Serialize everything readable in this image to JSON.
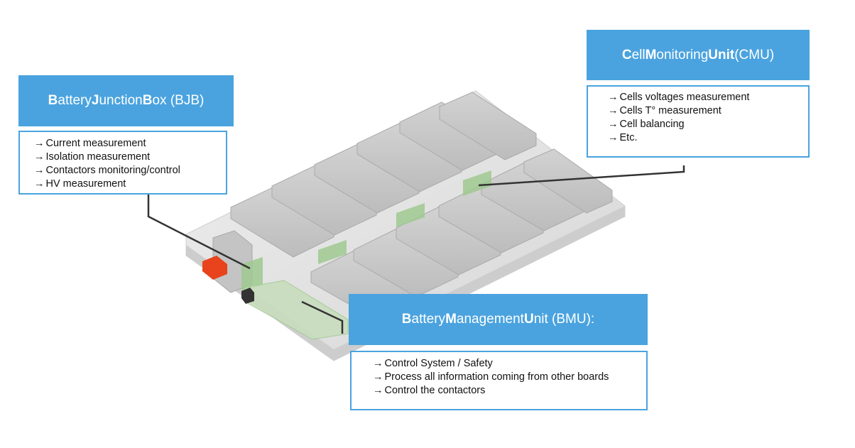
{
  "bjb": {
    "title_segments": [
      {
        "text": "B",
        "bold": true
      },
      {
        "text": "attery ",
        "bold": false
      },
      {
        "text": "J",
        "bold": true
      },
      {
        "text": "unction ",
        "bold": false
      },
      {
        "text": "B",
        "bold": true
      },
      {
        "text": "ox (BJB)",
        "bold": false
      }
    ],
    "items": [
      "Current measurement",
      "Isolation measurement",
      "Contactors monitoring/control",
      "HV measurement"
    ]
  },
  "cmu": {
    "title_segments": [
      {
        "text": "C",
        "bold": true
      },
      {
        "text": "ell ",
        "bold": false
      },
      {
        "text": "M",
        "bold": true
      },
      {
        "text": "onitoring ",
        "bold": false
      },
      {
        "text": "Unit",
        "bold": true
      },
      {
        "text": " (CMU)",
        "bold": false
      }
    ],
    "items": [
      "Cells voltages measurement",
      "Cells T° measurement",
      "Cell balancing",
      "Etc."
    ]
  },
  "bmu": {
    "title_segments": [
      {
        "text": "B",
        "bold": true
      },
      {
        "text": "attery ",
        "bold": false
      },
      {
        "text": "M",
        "bold": true
      },
      {
        "text": "anagement ",
        "bold": false
      },
      {
        "text": "U",
        "bold": true
      },
      {
        "text": "nit (BMU):",
        "bold": false
      }
    ],
    "items": [
      "Control System / Safety",
      "Process all information coming from other boards",
      "Control the contactors"
    ]
  },
  "arrow_glyph": "→",
  "colors": {
    "accent": "#4aa3df",
    "tray": "#e3e3e3",
    "module": "#c9c9c9",
    "board": "#9fc98f",
    "connector": "#e8431c",
    "leader": "#333333"
  }
}
